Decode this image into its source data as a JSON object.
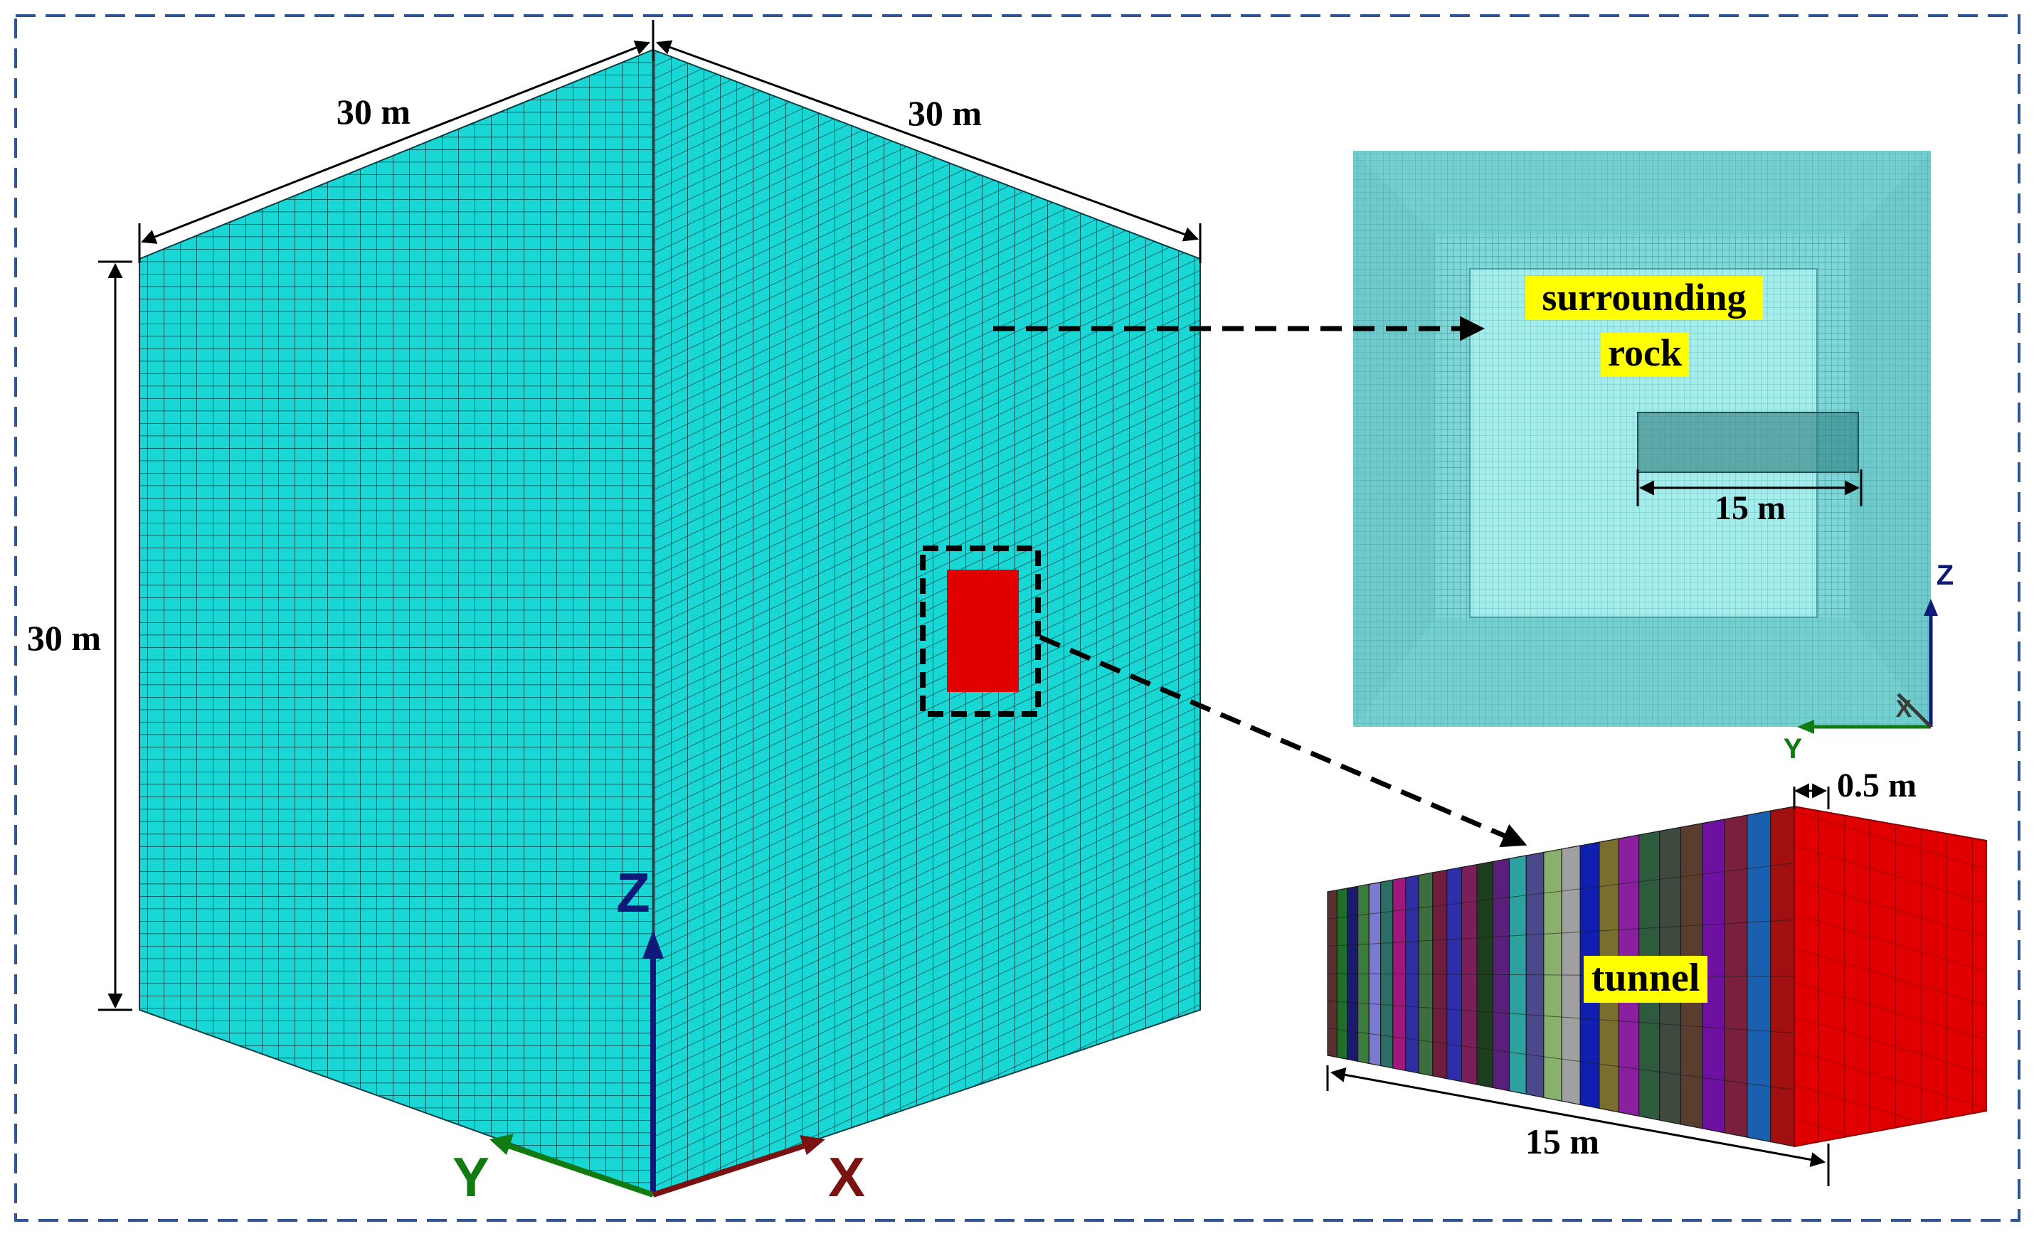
{
  "colors": {
    "frame": "#2f5597",
    "mesh_face": "#19d7d4",
    "mesh_line": "#0b3f45",
    "tunnel_face": "#e00000",
    "highlight": "#ffff00",
    "axis_x": "#7a1212",
    "axis_y": "#117a11",
    "axis_z": "#0d1a7a"
  },
  "dimensions": {
    "cube_width_left": "30 m",
    "cube_width_right": "30 m",
    "cube_height": "30 m",
    "inset_tunnel_length": "15 m",
    "tunnel_length": "15 m",
    "lining_length": "0.5 m"
  },
  "labels": {
    "surrounding_line1": "surrounding",
    "surrounding_line2": "rock",
    "tunnel": "tunnel"
  },
  "axes": {
    "main": {
      "x": "X",
      "y": "Y",
      "z": "Z"
    },
    "inset": {
      "x": "X",
      "y": "Y",
      "z": "Z"
    }
  },
  "tunnel_segment_colors": [
    "#5a2f2f",
    "#1f6e2a",
    "#1a1a6e",
    "#3d7a3d",
    "#7a7ad0",
    "#2c6e63",
    "#a0197a",
    "#2e2e9e",
    "#3d6e3d",
    "#6e1f3d",
    "#2e2eaa",
    "#7a1f5a",
    "#1f3d1f",
    "#5a1f7a",
    "#2ea0a0",
    "#4a4a8a",
    "#8ab06e",
    "#a0a0a0",
    "#0f1fb0",
    "#7a6e2e",
    "#8a1fa0",
    "#2e5a3d",
    "#3d4a3d",
    "#5a3d2e",
    "#6e10a0",
    "#7a1f3d",
    "#1b5fb0",
    "#a01010"
  ]
}
